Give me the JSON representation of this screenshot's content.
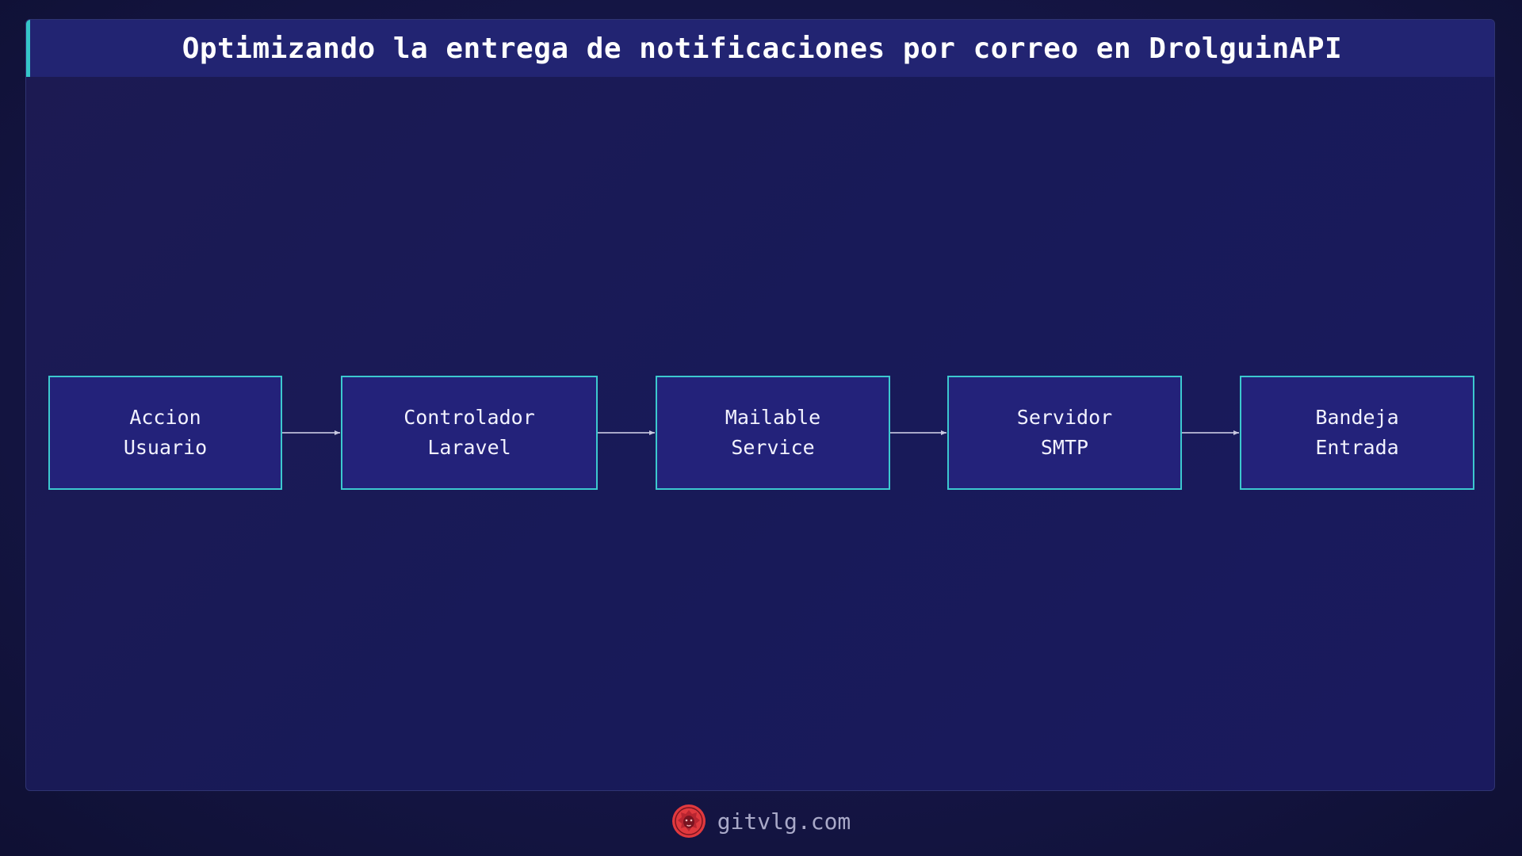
{
  "header": {
    "title": "Optimizando la entrega de notificaciones por correo en DrolguinAPI"
  },
  "diagram": {
    "nodes": [
      {
        "id": "accion-usuario",
        "label": "Accion\nUsuario"
      },
      {
        "id": "controlador-laravel",
        "label": "Controlador\nLaravel"
      },
      {
        "id": "mailable-service",
        "label": "Mailable\nService"
      },
      {
        "id": "servidor-smtp",
        "label": "Servidor\nSMTP"
      },
      {
        "id": "bandeja-entrada",
        "label": "Bandeja\nEntrada"
      }
    ],
    "edges": [
      {
        "from": "accion-usuario",
        "to": "controlador-laravel"
      },
      {
        "from": "controlador-laravel",
        "to": "mailable-service"
      },
      {
        "from": "mailable-service",
        "to": "servidor-smtp"
      },
      {
        "from": "servidor-smtp",
        "to": "bandeja-entrada"
      }
    ]
  },
  "footer": {
    "site": "gitvlg.com",
    "logo_icon": "lion-logo-icon"
  },
  "colors": {
    "accent": "#35c6c9",
    "node_fill": "#23227a",
    "header_fill": "#222472",
    "logo": "#e0393e"
  }
}
